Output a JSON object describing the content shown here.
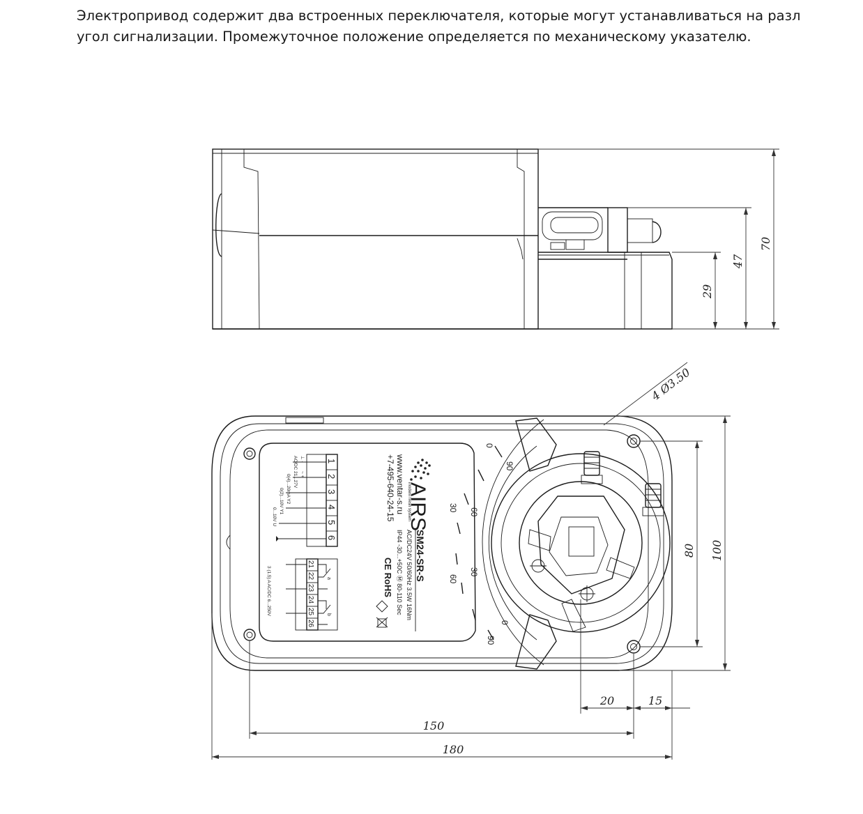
{
  "text": {
    "line1": "Электропривод содержит два встроенных переключателя, которые могут устанавливаться на разл",
    "line2": "угол сигнализации. Промежуточное положение определяется по механическому указателю."
  },
  "dimensions": {
    "side_total_height": "70",
    "side_mid_height": "47",
    "side_base_height": "29",
    "hole_spec": "4 Ø3.50",
    "top_height": "100",
    "hole_spacing_vertical": "80",
    "offset_a": "20",
    "offset_b": "15",
    "hole_spacing_horizontal": "150",
    "total_length": "180"
  },
  "label": {
    "brand": "AIRS",
    "slogan": "modern fresh system",
    "model": "SM24-SR-S",
    "spec_line1": "AC/DC24V   50/60Hz   3.5W   16Nm",
    "spec_line2": "IP44   -30...+50C   Ⓜ   80-110 Sec",
    "website": "www.ventar-s.ru",
    "phone": "+7-495-640-24-15",
    "ce_rohs": "CE RoHS",
    "terminals_top": [
      "1",
      "2",
      "3",
      "4",
      "5",
      "6"
    ],
    "terminals_bottom": [
      "21",
      "22",
      "23",
      "24",
      "25",
      "26"
    ],
    "wire_supply": "AC/DC 21...27V",
    "wire_minus": "⊥ -",
    "wire_plus": "~ +",
    "wire_y2": "0(4)...20mA   Y2",
    "wire_y1": "0(2)...10V   Y1",
    "wire_u": "0...10V   U",
    "switch_a": "a",
    "switch_b": "b",
    "switch_rating": "3 (1.5) A   AC/DC 6...250V"
  },
  "scale": {
    "t90": "90",
    "t0": "0",
    "t60": "60",
    "t30": "30",
    "t30b": "30",
    "t60b": "60",
    "t0b": "0",
    "t90b": "90"
  }
}
